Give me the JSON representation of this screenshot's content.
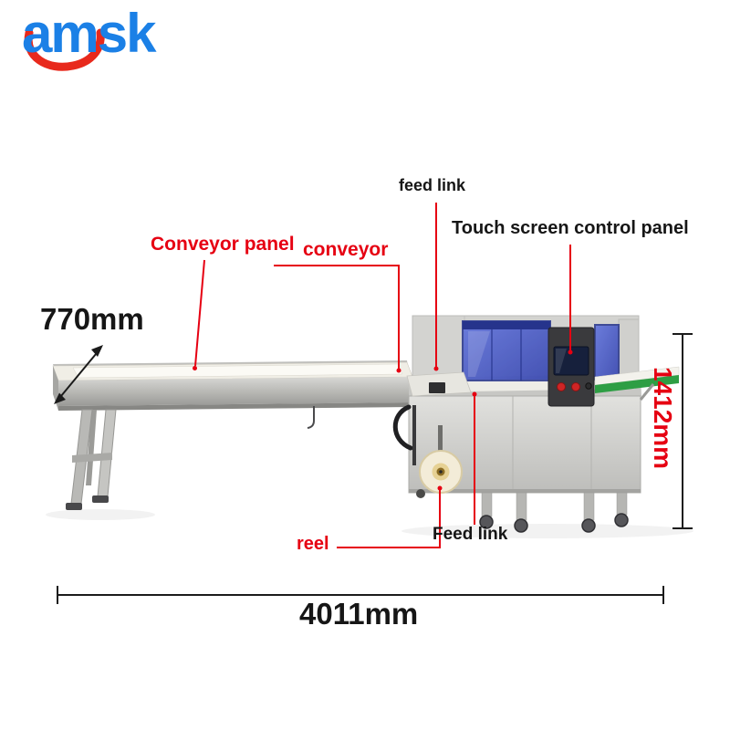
{
  "logo": {
    "text": "amsk",
    "blue": "#1b80e6",
    "swoosh_red": "#e8291c"
  },
  "labels": {
    "feed_link_top": "feed link",
    "touch_screen": "Touch screen control panel",
    "conveyor_panel": "Conveyor panel",
    "conveyor": "conveyor",
    "reel": "reel",
    "feed_link_bottom": "Feed link"
  },
  "dimensions": {
    "conveyor_width": "770mm",
    "machine_height": "1412mm",
    "total_length": "4011mm"
  },
  "colors": {
    "annotation_red": "#e60012",
    "dimension_black": "#1b1b1b",
    "machine_hood_blue": "#4152c9",
    "discharge_green": "#2e9e44",
    "steel_gray": "#cfcfcc"
  }
}
